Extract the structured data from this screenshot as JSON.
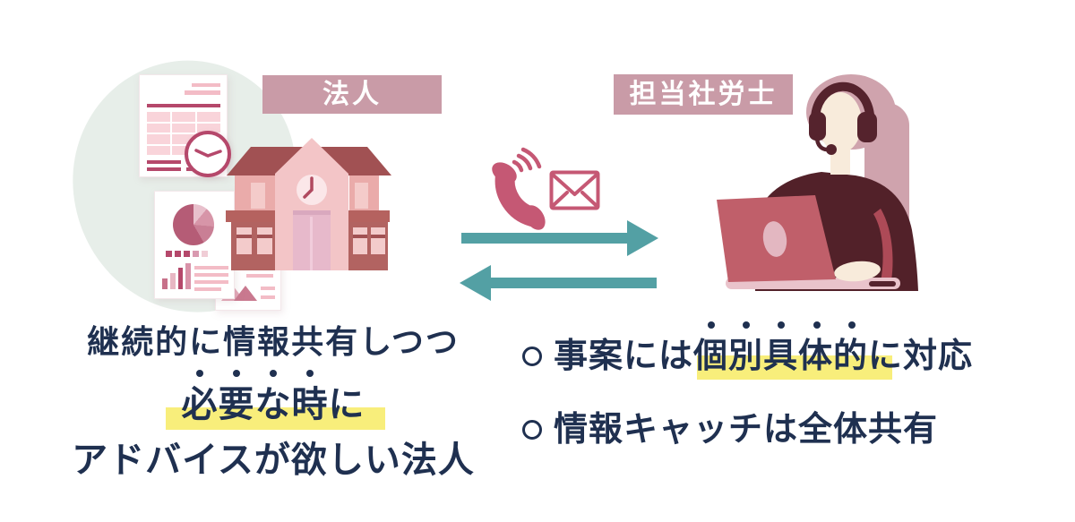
{
  "header_labels": {
    "corporation": "法人",
    "consultant": "担当社労士"
  },
  "left_caption": {
    "line1": "継続的に情報共有しつつ",
    "line2": "必要な時に",
    "line3": "アドバイスが欲しい法人",
    "emphasized_chars": "必要な時"
  },
  "right_points": [
    {
      "pre": "事案には",
      "highlight": "個別具体的に",
      "post": "対応",
      "emphasized_chars": "個別具体的"
    },
    {
      "text": "情報キャッチは全体共有"
    }
  ],
  "icons": [
    "phone-icon",
    "mail-icon",
    "arrow-right-icon",
    "arrow-left-icon",
    "building-icon",
    "clock-icon",
    "invoice-document-icon",
    "report-document-icon",
    "pie-chart-icon",
    "bar-chart-icon",
    "headset-icon",
    "laptop-icon"
  ],
  "colors": {
    "label_bg": "#c99ba7",
    "text_navy": "#1f3050",
    "highlight_yellow": "#f8ee7b",
    "arrow_teal": "#53a0a4",
    "icon_rose": "#c55874",
    "illustration_rose": "#b5486b",
    "blob_green": "#e7eee9"
  }
}
